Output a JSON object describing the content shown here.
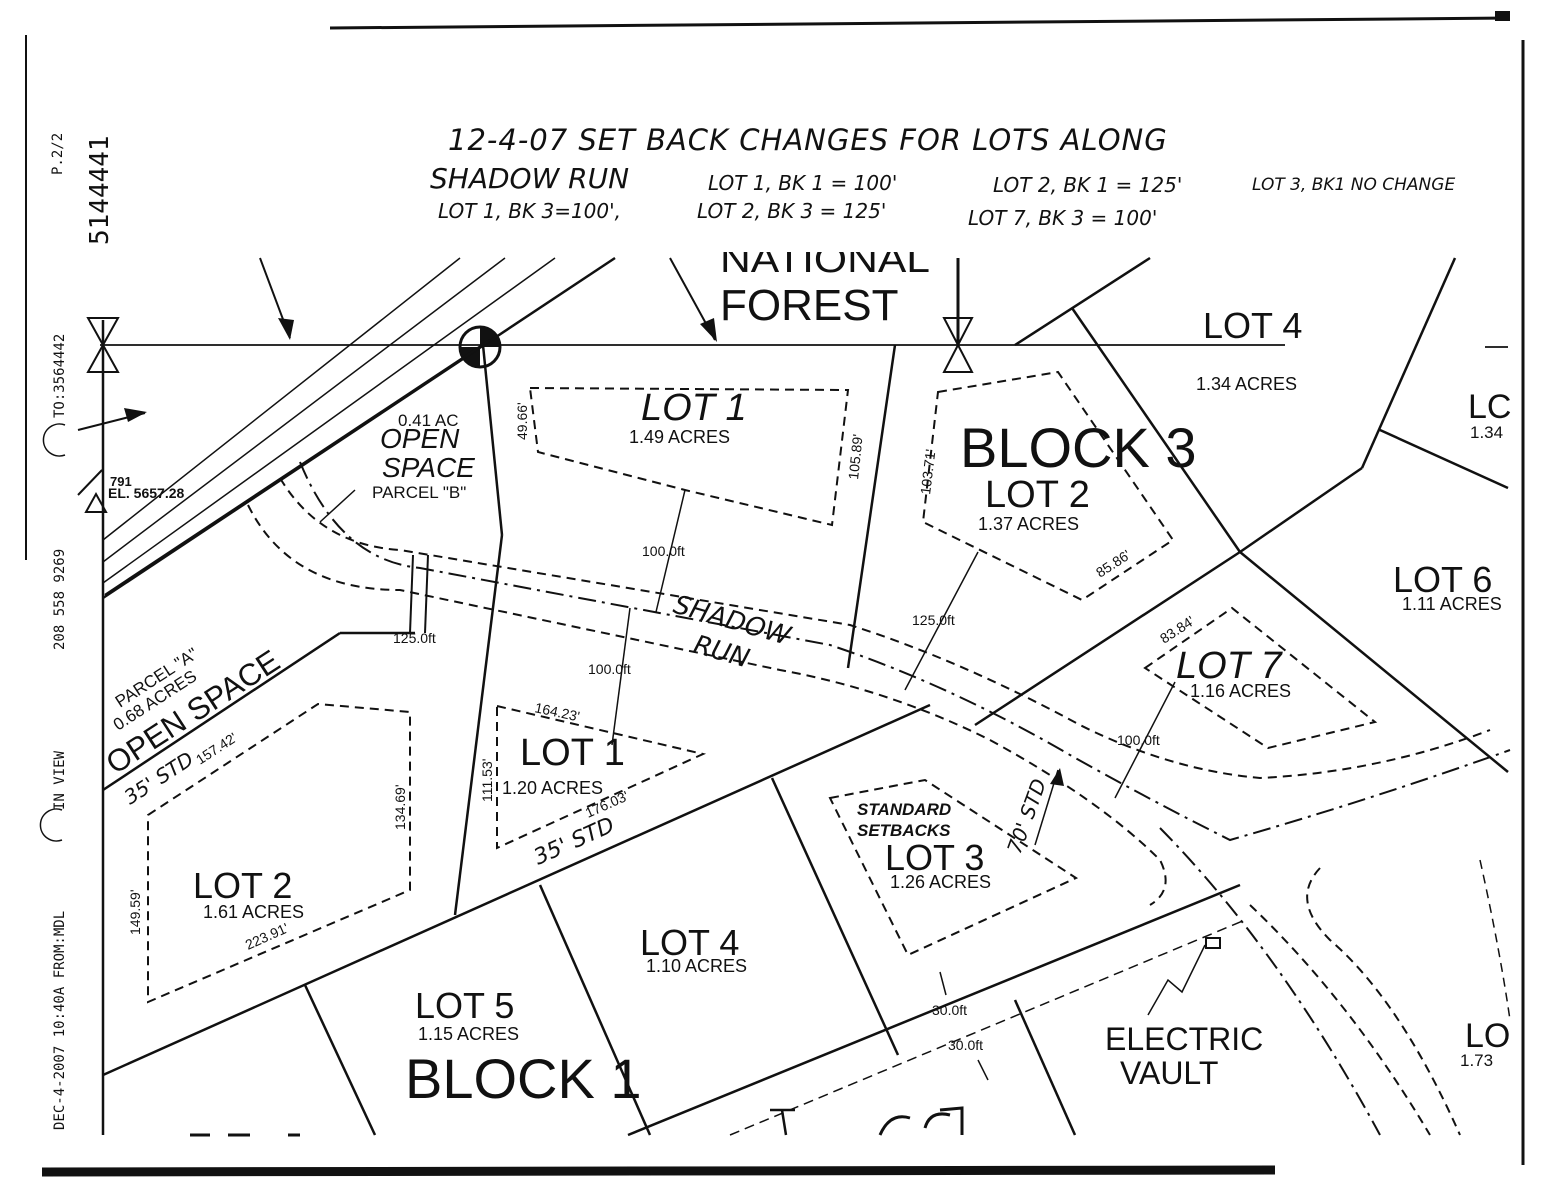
{
  "fax_header": {
    "page": "P.2/2",
    "doc_number": "5144441",
    "to": "TO:3564442",
    "phone": "208 558 9269",
    "in_view": "IN VIEW",
    "from": "DEC-4-2007  10:40A FROM:MDL"
  },
  "handwritten_note": {
    "line1": "12-4-07   SET BACK   CHANGES   FOR   LOTS ALONG",
    "line2a": "SHADOW RUN",
    "line2b": "LOT 1, BK 1 = 100'",
    "line2c": "LOT 2, BK 1 = 125'",
    "line2d": "LOT 3, BK1 NO CHANGE",
    "line3a": "LOT 1, BK 3=100',",
    "line3b": "LOT 2, BK 3 = 125'",
    "line3c": "LOT 7, BK 3 = 100'"
  },
  "labels": {
    "national": "NATIONAL",
    "forest": "FOREST",
    "block3": "BLOCK  3",
    "block1": "BLOCK  1",
    "electric_vault_1": "ELECTRIC",
    "electric_vault_2": "VAULT",
    "shadow_run_1": "SHADOW",
    "shadow_run_2": "RUN",
    "standard_setbacks_1": "STANDARD",
    "standard_setbacks_2": "SETBACKS",
    "elevation_id": "791",
    "elevation": "EL. 5657.28",
    "open_space_b_area": "0.41 AC",
    "open_space_b_1": "OPEN",
    "open_space_b_2": "SPACE",
    "parcel_b": "PARCEL \"B\"",
    "parcel_a": "PARCEL \"A\"",
    "parcel_a_area": "0.68 ACRES",
    "open_space_a": "OPEN SPACE"
  },
  "lots": [
    {
      "id": "b3-lot4",
      "name": "LOT  4",
      "acres": "1.34  ACRES"
    },
    {
      "id": "b3-lot1",
      "name": "LOT  1",
      "acres": "1.49  ACRES"
    },
    {
      "id": "b3-lot2",
      "name": "LOT  2",
      "acres": "1.37  ACRES"
    },
    {
      "id": "b3-lot6",
      "name": "LOT  6",
      "acres": "1.11  ACRES"
    },
    {
      "id": "b3-lot7",
      "name": "LOT  7",
      "acres": "1.16  ACRES"
    },
    {
      "id": "b3-lot3",
      "name": "LOT  3",
      "acres": "1.26  ACRES"
    },
    {
      "id": "b1-lot1",
      "name": "LOT  1",
      "acres": "1.20  ACRES"
    },
    {
      "id": "b1-lot2",
      "name": "LOT  2",
      "acres": "1.61  ACRES"
    },
    {
      "id": "b1-lot4",
      "name": "LOT  4",
      "acres": "1.10  ACRES"
    },
    {
      "id": "b1-lot5",
      "name": "LOT  5",
      "acres": "1.15  ACRES"
    },
    {
      "id": "edge-lot-right",
      "name": "LC",
      "acres": "1.34"
    },
    {
      "id": "edge-lot-bottom",
      "name": "LO",
      "acres": "1.73"
    }
  ],
  "dimensions": {
    "d1": "49.66'",
    "d2": "105.89'",
    "d3": "103.71'",
    "d4": "100.0ft",
    "d5": "85.86'",
    "d6": "125.0ft",
    "d7": "83.84'",
    "d8": "125.0ft",
    "d9": "100.0ft",
    "d10": "100.0ft",
    "d11": "164.23'",
    "d12": "111.53'",
    "d13": "176.03'",
    "d14": "157.42'",
    "d15": "134.69'",
    "d16": "149.59'",
    "d17": "223.91'",
    "d18": "30.0ft",
    "d19": "30.0ft",
    "std35a": "35' STD",
    "std35b": "35' STD",
    "std70": "70' STD"
  }
}
